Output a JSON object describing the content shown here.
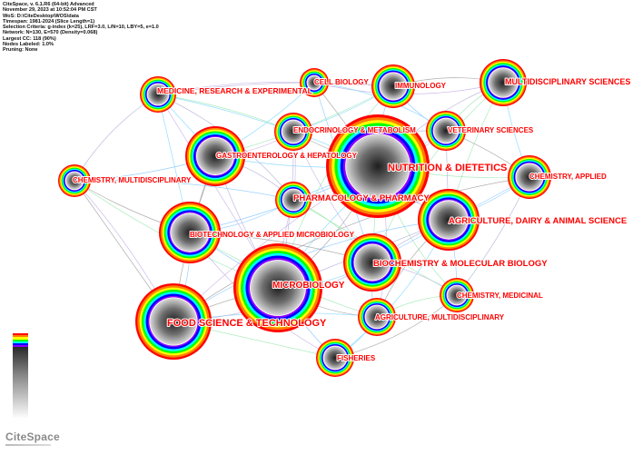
{
  "header_info": [
    "CiteSpace, v. 6.1.R6 (64-bit) Advanced",
    "November 29, 2023 at 10:52:04 PM CST",
    "WoS: D:\\CiteDesktop\\WOS\\data",
    "Timespan: 1981-2024 (Slice Length=1)",
    "Selection Criteria: g-index (k=25), LRF=3.0, L/N=10, LBY=5, e=1.0",
    "Network: N=130, E=570 (Density=0.068)",
    "Largest CC: 118 (90%)",
    "Nodes Labeled: 1.0%",
    "Pruning: None"
  ],
  "ring_colors": [
    "#ff0000",
    "#ff7f00",
    "#ffff00",
    "#00ff00",
    "#00ffff",
    "#0000ff",
    "#8b00ff"
  ],
  "edge_colors": [
    "#a0a0a0",
    "#7fd7ff",
    "#9ce7b0",
    "#c7b2e6",
    "#b0b0d8",
    "#88c8ff"
  ],
  "nodes": [
    {
      "id": "medicine",
      "label": "MEDICINE, RESEARCH & EXPERIMENTAL",
      "size": 20,
      "year": 0.9
    },
    {
      "id": "cellbio",
      "label": "CELL BIOLOGY",
      "size": 16,
      "year": 0.6
    },
    {
      "id": "immunology",
      "label": "IMMUNOLOGY",
      "size": 24,
      "year": 0.4
    },
    {
      "id": "multisci",
      "label": "MULTIDISCIPLINARY SCIENCES",
      "size": 26,
      "year": 0.35
    },
    {
      "id": "endocrin",
      "label": "ENDOCRINOLOGY & METABOLISM",
      "size": 21,
      "year": 0.5
    },
    {
      "id": "veterinary",
      "label": "VETERINARY SCIENCES",
      "size": 22,
      "year": 0.45
    },
    {
      "id": "gastro",
      "label": "GASTROENTEROLOGY & HEPATOLOGY",
      "size": 33,
      "year": 0.5
    },
    {
      "id": "nutrition",
      "label": "NUTRITION & DIETETICS",
      "size": 57,
      "year": 0.15
    },
    {
      "id": "chemapplied",
      "label": "CHEMISTRY, APPLIED",
      "size": 24,
      "year": 0.85
    },
    {
      "id": "chemmulti",
      "label": "CHEMISTRY, MULTIDISCIPLINARY",
      "size": 18,
      "year": 0.9
    },
    {
      "id": "pharma",
      "label": "PHARMACOLOGY & PHARMACY",
      "size": 20,
      "year": 0.8
    },
    {
      "id": "agridairy",
      "label": "AGRICULTURE, DAIRY & ANIMAL SCIENCE",
      "size": 34,
      "year": 0.35
    },
    {
      "id": "biotech",
      "label": "BIOTECHNOLOGY & APPLIED MICROBIOLOGY",
      "size": 34,
      "year": 0.5
    },
    {
      "id": "biochem",
      "label": "BIOCHEMISTRY & MOLECULAR BIOLOGY",
      "size": 32,
      "year": 0.45
    },
    {
      "id": "micro",
      "label": "MICROBIOLOGY",
      "size": 49,
      "year": 0.25
    },
    {
      "id": "chemmed",
      "label": "CHEMISTRY, MEDICINAL",
      "size": 19,
      "year": 0.8
    },
    {
      "id": "foodsci",
      "label": "FOOD SCIENCE & TECHNOLOGY",
      "size": 42,
      "year": 0.9
    },
    {
      "id": "agrimulti",
      "label": "AGRICULTURE, MULTIDISCIPLINARY",
      "size": 21,
      "year": 0.75
    },
    {
      "id": "fisheries",
      "label": "FISHERIES",
      "size": 21,
      "year": 0.95
    }
  ],
  "edges": [
    [
      "nutrition",
      "micro"
    ],
    [
      "nutrition",
      "gastro"
    ],
    [
      "nutrition",
      "biochem"
    ],
    [
      "nutrition",
      "foodsci"
    ],
    [
      "nutrition",
      "agridairy"
    ],
    [
      "nutrition",
      "immunology"
    ],
    [
      "nutrition",
      "endocrin"
    ],
    [
      "nutrition",
      "pharma"
    ],
    [
      "nutrition",
      "chemapplied"
    ],
    [
      "nutrition",
      "veterinary"
    ],
    [
      "nutrition",
      "multisci"
    ],
    [
      "nutrition",
      "biotech"
    ],
    [
      "nutrition",
      "cellbio"
    ],
    [
      "nutrition",
      "medicine"
    ],
    [
      "nutrition",
      "chemmed"
    ],
    [
      "nutrition",
      "agrimulti"
    ],
    [
      "micro",
      "gastro"
    ],
    [
      "micro",
      "biotech"
    ],
    [
      "micro",
      "foodsci"
    ],
    [
      "micro",
      "biochem"
    ],
    [
      "micro",
      "immunology"
    ],
    [
      "micro",
      "pharma"
    ],
    [
      "micro",
      "agridairy"
    ],
    [
      "micro",
      "fisheries"
    ],
    [
      "micro",
      "agrimulti"
    ],
    [
      "micro",
      "veterinary"
    ],
    [
      "micro",
      "chemmulti"
    ],
    [
      "micro",
      "medicine"
    ],
    [
      "micro",
      "endocrin"
    ],
    [
      "foodsci",
      "biotech"
    ],
    [
      "foodsci",
      "chemapplied"
    ],
    [
      "foodsci",
      "agrimulti"
    ],
    [
      "foodsci",
      "fisheries"
    ],
    [
      "foodsci",
      "chemmulti"
    ],
    [
      "foodsci",
      "biochem"
    ],
    [
      "foodsci",
      "agridairy"
    ],
    [
      "foodsci",
      "gastro"
    ],
    [
      "gastro",
      "medicine"
    ],
    [
      "gastro",
      "immunology"
    ],
    [
      "gastro",
      "endocrin"
    ],
    [
      "gastro",
      "pharma"
    ],
    [
      "gastro",
      "chemmulti"
    ],
    [
      "gastro",
      "biotech"
    ],
    [
      "gastro",
      "cellbio"
    ],
    [
      "biochem",
      "pharma"
    ],
    [
      "biochem",
      "chemmed"
    ],
    [
      "biochem",
      "agridairy"
    ],
    [
      "biochem",
      "cellbio"
    ],
    [
      "biochem",
      "biotech"
    ],
    [
      "biochem",
      "agrimulti"
    ],
    [
      "biochem",
      "multisci"
    ],
    [
      "biochem",
      "endocrin"
    ],
    [
      "agridairy",
      "veterinary"
    ],
    [
      "agridairy",
      "chemapplied"
    ],
    [
      "agridairy",
      "agrimulti"
    ],
    [
      "agridairy",
      "fisheries"
    ],
    [
      "agridairy",
      "multisci"
    ],
    [
      "immunology",
      "cellbio"
    ],
    [
      "immunology",
      "medicine"
    ],
    [
      "immunology",
      "veterinary"
    ],
    [
      "immunology",
      "multisci"
    ],
    [
      "immunology",
      "endocrin"
    ],
    [
      "pharma",
      "chemmed"
    ],
    [
      "pharma",
      "endocrin"
    ],
    [
      "pharma",
      "medicine"
    ],
    [
      "pharma",
      "biotech"
    ],
    [
      "biotech",
      "chemmulti"
    ],
    [
      "biotech",
      "medicine"
    ],
    [
      "biotech",
      "agrimulti"
    ],
    [
      "biotech",
      "fisheries"
    ],
    [
      "chemmulti",
      "medicine"
    ],
    [
      "chemmulti",
      "pharma"
    ],
    [
      "chemmulti",
      "foodsci"
    ],
    [
      "multisci",
      "chemapplied"
    ],
    [
      "multisci",
      "veterinary"
    ],
    [
      "multisci",
      "cellbio"
    ],
    [
      "chemapplied",
      "chemmed"
    ],
    [
      "chemapplied",
      "biochem"
    ],
    [
      "chemapplied",
      "veterinary"
    ],
    [
      "fisheries",
      "agrimulti"
    ],
    [
      "agrimulti",
      "chemmed"
    ],
    [
      "medicine",
      "cellbio"
    ],
    [
      "endocrin",
      "veterinary"
    ],
    [
      "chemmed",
      "agridairy"
    ],
    [
      "fisheries",
      "chemmed"
    ],
    [
      "cellbio",
      "veterinary"
    ],
    [
      "medicine",
      "endocrin"
    ]
  ],
  "legend": {
    "year_colors": [
      "#ff0000",
      "#ff7f00",
      "#ffff00",
      "#00ff00",
      "#00ffff",
      "#0000ff",
      "#8b00ff"
    ]
  },
  "brand": "CiteSpace"
}
